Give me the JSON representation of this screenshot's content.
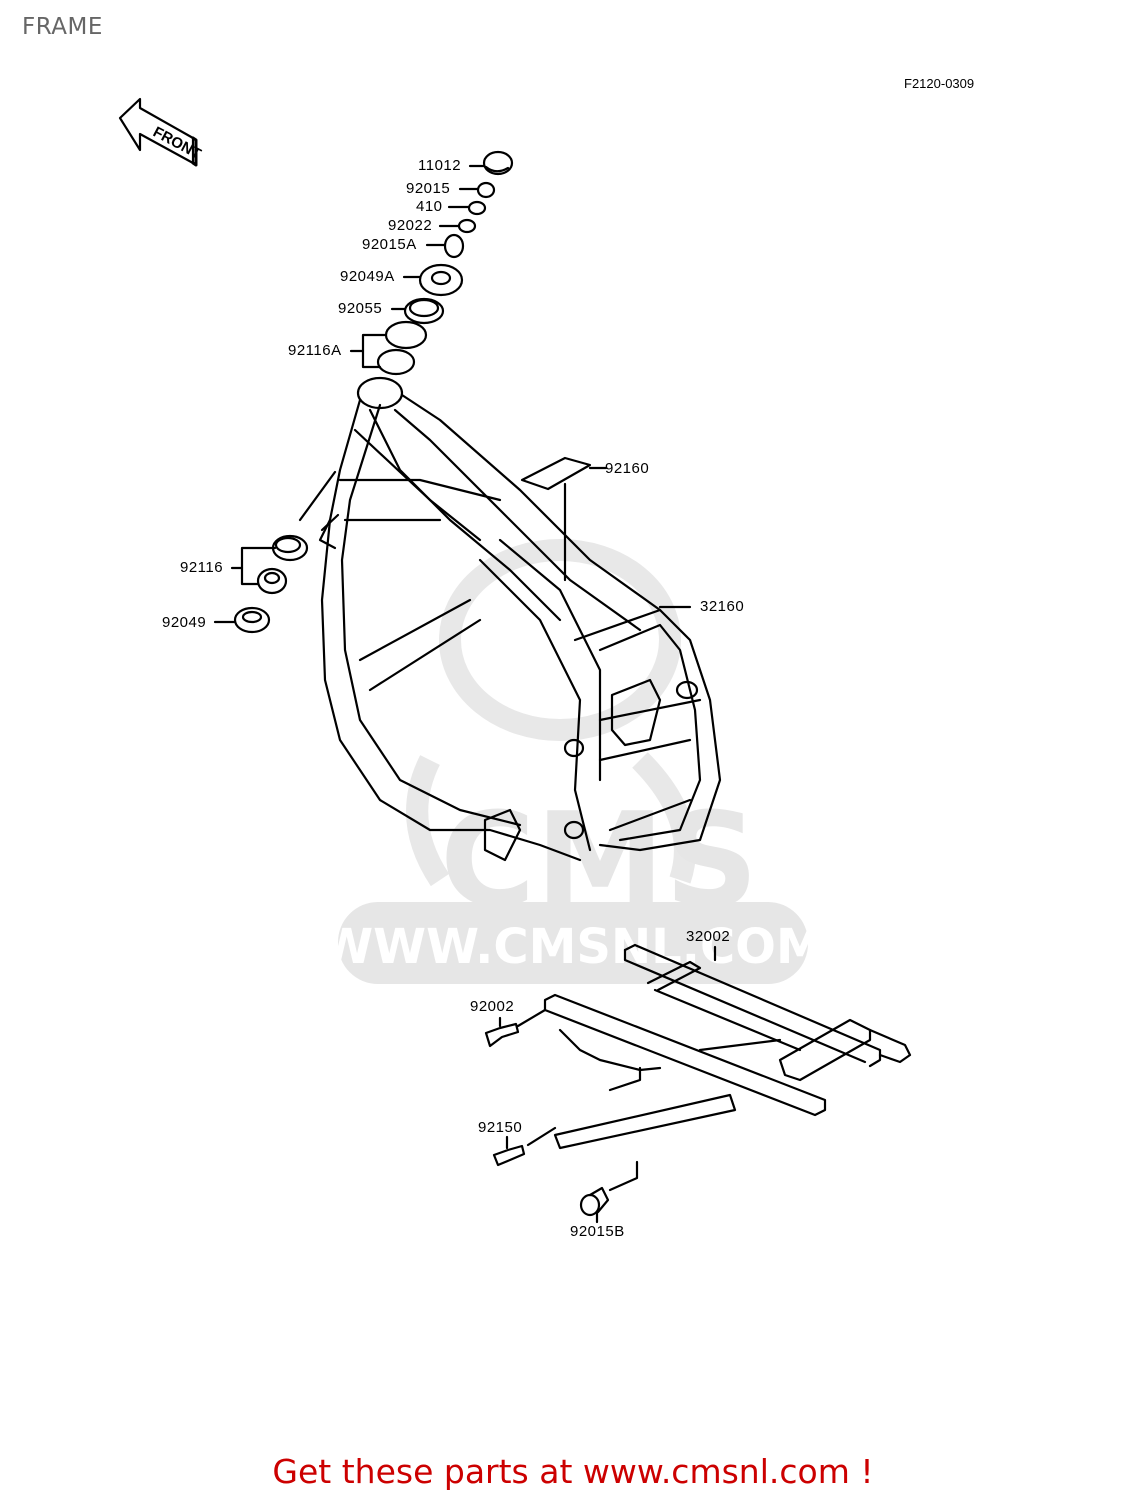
{
  "page": {
    "title": "FRAME",
    "diagram_code": "F2120-0309",
    "front_arrow_text": "FRONT",
    "watermark_text": "WWW.CMSNL.COM",
    "watermark_logo": "CMS",
    "footer_text": "Get these parts at www.cmsnl.com !"
  },
  "colors": {
    "title": "#666666",
    "line_art": "#000000",
    "watermark": "#e6e6e6",
    "footer": "#cc0000",
    "background": "#ffffff"
  },
  "parts": [
    {
      "ref": "11012",
      "name": "cap-part"
    },
    {
      "ref": "92015",
      "name": "nut-part"
    },
    {
      "ref": "410",
      "name": "washer-part"
    },
    {
      "ref": "92022",
      "name": "washer-part"
    },
    {
      "ref": "92015A",
      "name": "nut-part"
    },
    {
      "ref": "92049A",
      "name": "seal-part"
    },
    {
      "ref": "92055",
      "name": "ring-part"
    },
    {
      "ref": "92116A",
      "name": "bearing-part"
    },
    {
      "ref": "92160",
      "name": "plate-part"
    },
    {
      "ref": "32160",
      "name": "frame-part"
    },
    {
      "ref": "92116",
      "name": "bearing-part"
    },
    {
      "ref": "92049",
      "name": "seal-part"
    },
    {
      "ref": "32002",
      "name": "rear-frame-part"
    },
    {
      "ref": "92002",
      "name": "bolt-part"
    },
    {
      "ref": "92150",
      "name": "bolt-part"
    },
    {
      "ref": "92015B",
      "name": "nut-part"
    }
  ]
}
